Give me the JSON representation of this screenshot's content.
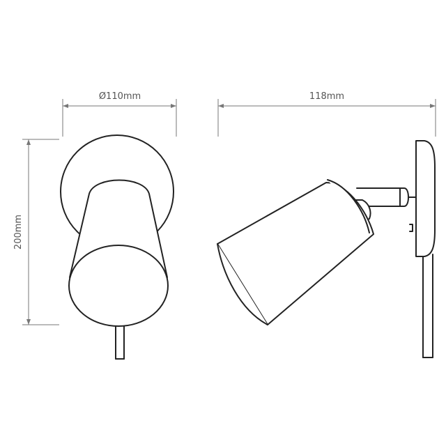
{
  "dimensions": {
    "width_front": "Ø110mm",
    "depth_side": "118mm",
    "height": "200mm"
  },
  "colors": {
    "line": "#222222",
    "dimension": "#777777",
    "background": "#ffffff"
  }
}
